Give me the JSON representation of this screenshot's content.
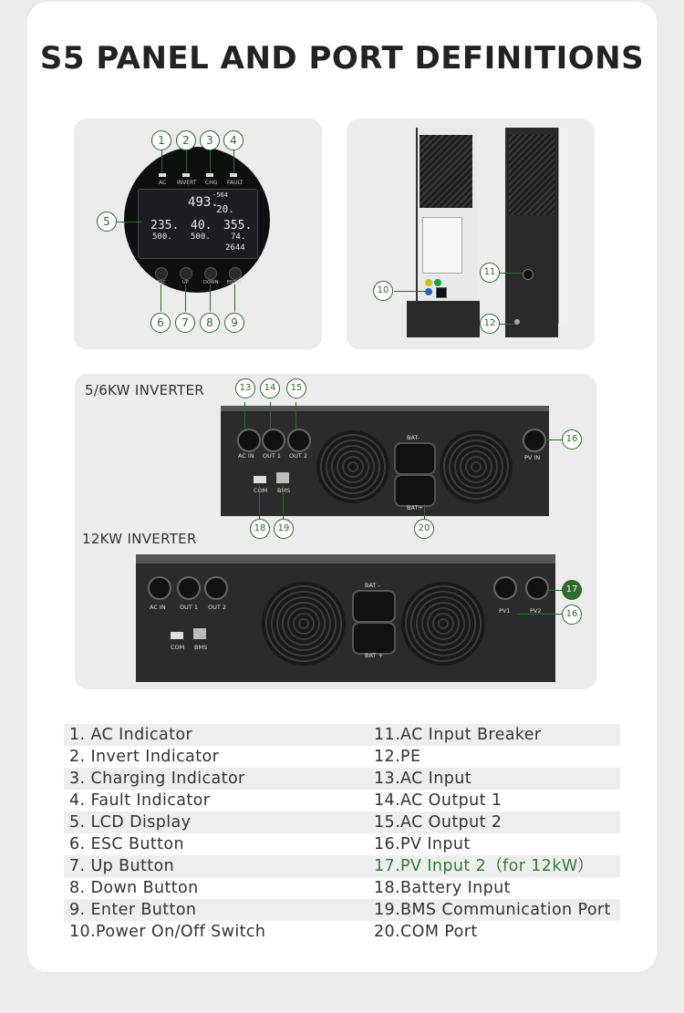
{
  "page": {
    "title": "S5 PANEL AND PORT DEFINITIONS"
  },
  "front_panel": {
    "indicator_labels": [
      "AC",
      "INVERT",
      "CHG",
      "FAULT"
    ],
    "button_labels": [
      "ESC",
      "UP",
      "DOWN",
      "ENTER"
    ],
    "lcd_values": [
      "493.",
      "20.",
      "235.",
      "500.",
      "40.",
      "500.",
      "355.",
      "74.",
      "2644",
      "-564"
    ],
    "callouts": [
      "1",
      "2",
      "3",
      "4",
      "5",
      "6",
      "7",
      "8",
      "9"
    ]
  },
  "side_view": {
    "callouts": [
      "10",
      "11",
      "12"
    ]
  },
  "inverter_5_6kw": {
    "label": "5/6KW INVERTER",
    "port_labels": [
      "AC IN",
      "OUT 1",
      "OUT 2",
      "PV IN",
      "COM",
      "BMS",
      "BAT-",
      "BAT+"
    ],
    "callouts": [
      "13",
      "14",
      "15",
      "16",
      "18",
      "19",
      "20"
    ]
  },
  "inverter_12kw": {
    "label": "12KW INVERTER",
    "port_labels": [
      "AC IN",
      "OUT 1",
      "OUT 2",
      "PV1",
      "PV2",
      "COM",
      "BMS",
      "BAT -",
      "BAT +"
    ],
    "callouts": [
      "17",
      "16"
    ]
  },
  "definitions": {
    "left": [
      "1. AC Indicator",
      "2. Invert Indicator",
      "3. Charging Indicator",
      "4. Fault Indicator",
      "5. LCD Display",
      "6. ESC Button",
      "7. Up Button",
      "8. Down Button",
      "9. Enter Button",
      "10.Power On/Off Switch"
    ],
    "right": [
      "11.AC Input Breaker",
      "12.PE",
      "13.AC Input",
      "14.AC Output 1",
      "15.AC Output 2",
      "16.PV Input",
      "17.PV Input 2（for 12kW）",
      "18.Battery Input",
      "19.BMS Communication Port",
      "20.COM Port"
    ]
  },
  "colors": {
    "accent_green": "#2e7d2e",
    "callout_green": "#2a6b2a",
    "panel_bg": "#ececec",
    "device_dark": "#2b2b2b"
  }
}
